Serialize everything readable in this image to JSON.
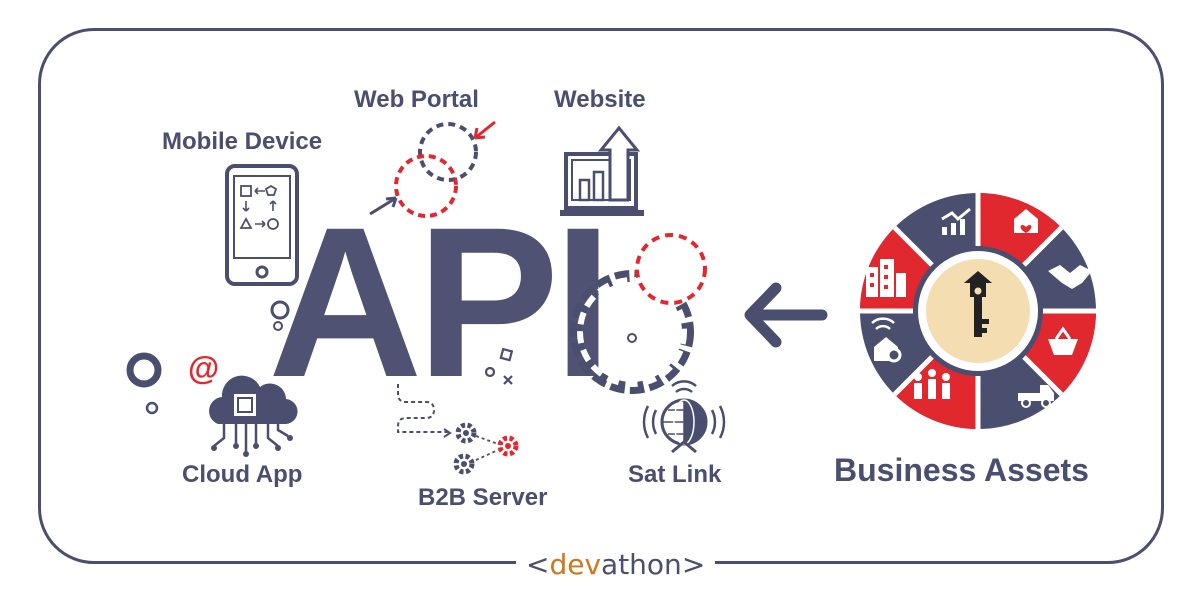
{
  "labels": {
    "web_portal": "Web Portal",
    "website": "Website",
    "mobile_device": "Mobile Device",
    "api": "API",
    "cloud_app": "Cloud App",
    "b2b_server": "B2B Server",
    "sat_link": "Sat Link",
    "business_assets": "Business Assets"
  },
  "brand": {
    "open": "<",
    "dev": "dev",
    "rest": "athon",
    "close": ">"
  },
  "cloud_symbol": "@",
  "colors": {
    "navy": "#4a4e6f",
    "red": "#e0282e",
    "cream": "#f3ddb1",
    "orange": "#c9791e"
  }
}
